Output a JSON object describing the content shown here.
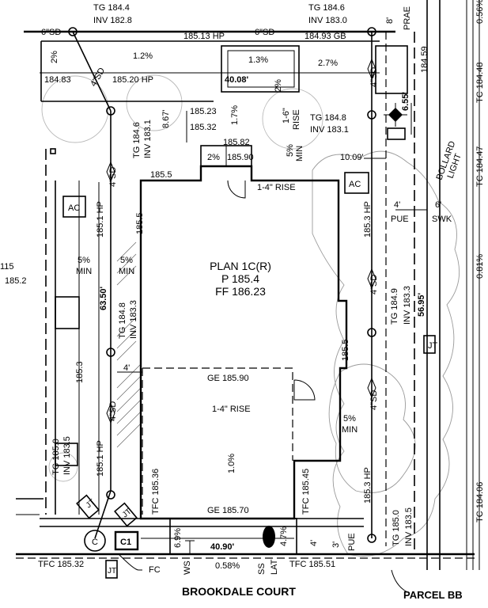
{
  "plan": {
    "name": "PLAN 1C(R)",
    "pad": "P 185.4",
    "finish_floor": "FF 186.23",
    "ge_top": "GE 185.90",
    "ge_bottom": "GE 185.70",
    "rise_garage": "1-4\" RISE",
    "rise_entry": "1-4\" RISE",
    "rise_side": "1-6\"",
    "rise_side_word": "RISE"
  },
  "street": {
    "name": "BROOKDALE COURT",
    "parcel": "PARCEL BB"
  },
  "labels": {
    "tg_184_4": "TG 184.4",
    "inv_182_8": "INV 182.8",
    "tg_184_6_top": "TG 184.6",
    "inv_183_0": "INV 183.0",
    "sd6_left": "6\"SD",
    "sd6_mid": "6\"SD",
    "hp_185_13": "185.13 HP",
    "gb_184_93": "184.93 GB",
    "prae": "PRAE",
    "eight": "8'",
    "e_184_59": "184.59",
    "e_184_83": "184.83",
    "hp_185_20": "185.20 HP",
    "pct_2_tl": "2%",
    "pct_1_2": "1.2%",
    "pct_1_3": "1.3%",
    "pct_2_7": "2.7%",
    "d_40_08": "40.08'",
    "pct_2_b": "2%",
    "sd4_top": "4\"SD",
    "d_6_55": "6.55'",
    "e_185_23": "185.23",
    "e_185_32": "185.32",
    "d_8_67": "8.67'",
    "pct_1_7": "1.7%",
    "tg_184_8_top": "TG 184.8",
    "inv_183_1_top": "INV 183.1",
    "e_185_82": "185.82",
    "e_185_90": "185.90",
    "pct_2_s": "2%",
    "pct_5_r": "5%",
    "min_r": "MIN",
    "d_10_09": "10.09'",
    "tg_184_6_left": "TG 184.6",
    "inv_183_1_left": "INV 183.1",
    "sd4_left_top": "4\"SD",
    "e_185_5_x": "185.5",
    "bollard1": "BOLLARD",
    "bollard2": "LIGHT",
    "ac_left": "AC",
    "ac_right": "AC",
    "hp_185_1_top": "185.1 HP",
    "e_185_5_v": "185.5",
    "hp_185_3_top": "185.3 HP",
    "four_ft_pue": "4'",
    "pue_top": "PUE",
    "six_ft": "6'",
    "swk": "SWK",
    "num_115": "115",
    "num_185_2": "185.2",
    "pct_5_l1": "5%",
    "min_l1": "MIN",
    "pct_5_l2": "5%",
    "min_l2": "MIN",
    "sd4_right_top": "4\"SD",
    "tg_184_9": "TG 184.9",
    "inv_183_3_r": "INV 183.3",
    "d_56_95": "56.95'",
    "d_63_50": "63.50'",
    "tg_184_8_left": "TG 184.8",
    "inv_183_3_l": "INV 183.3",
    "jt_right": "JT",
    "e_185_3_left": "185.3",
    "four_ft_left": "4'",
    "e_185_5_right": "185.5",
    "sd4_left_bot": "4\"SD",
    "sd4_right_bot": "4\"SD",
    "pct_5_r2": "5%",
    "min_r2": "MIN",
    "tg_185_0_left": "TG 185.0",
    "inv_183_5_left": "INV 183.5",
    "hp_185_1_bot": "185.1 HP",
    "pct_1_0": "1.0%",
    "tfc_185_36": "TFC 185.36",
    "tfc_185_45": "TFC 185.45",
    "hp_185_3_bot": "185.3 HP",
    "tg_185_0_right": "TG 185.0",
    "inv_183_5_right": "INV 183.5",
    "jt_a": "JT",
    "jt_b": "JT",
    "c_label": "C",
    "c1_label": "C1",
    "pct_6_9": "6.9%",
    "d_40_90": "40.90'",
    "pct_4_7": "4.7%",
    "four_ft_bot": "4'",
    "three_ft_bot": "3'",
    "pue_bot": "PUE",
    "tfc_185_32": "TFC 185.32",
    "jt_bot": "JT",
    "fc": "FC",
    "ws": "WS",
    "pct_0_58": "0.58%",
    "ss": "SS",
    "lat": "LAT",
    "tfc_185_51": "TFC 185.51",
    "pct_0_56": "0.56%",
    "tc_184_48": "TC 184.48",
    "tc_184_47": "TC 184.47",
    "pct_0_81": "0.81%",
    "tc_184_06": "TC 184.06"
  }
}
